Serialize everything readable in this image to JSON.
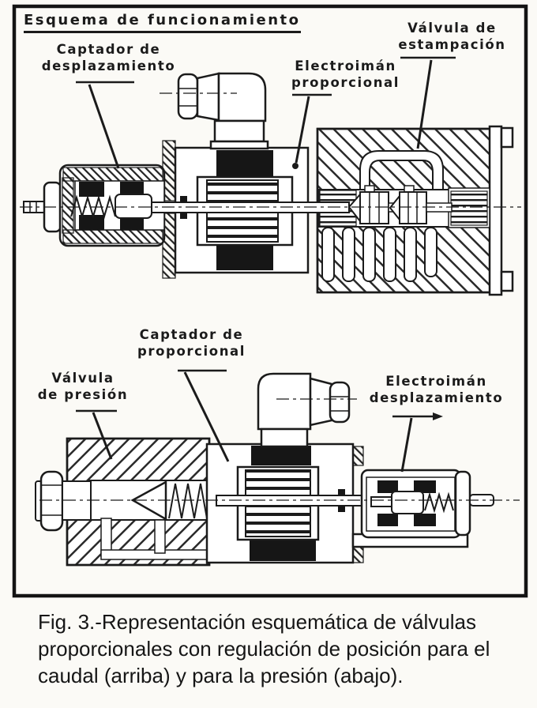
{
  "figure": {
    "title": "Esquema de funcionamiento",
    "labels": {
      "top_left": {
        "line1": "Captador de",
        "line2": "desplazamiento"
      },
      "top_mid": {
        "line1": "Electroimán",
        "line2": "proporcional"
      },
      "top_right": {
        "line1": "Válvula de",
        "line2": "estampación"
      },
      "bot_mid": {
        "line1": "Captador de",
        "line2": "proporcional"
      },
      "bot_left": {
        "line1": "Válvula",
        "line2": "de presión"
      },
      "bot_right": {
        "line1": "Electroimán",
        "line2": "desplazamiento"
      }
    },
    "caption": {
      "line1": "Fig. 3.-Representación esquemática de válvulas",
      "line2": "proporcionales con regulación de posición para el",
      "line3": "caudal (arriba) y para la presión (abajo)."
    },
    "colors": {
      "ink": "#1b1b1b",
      "paper": "#fbfaf6"
    }
  }
}
